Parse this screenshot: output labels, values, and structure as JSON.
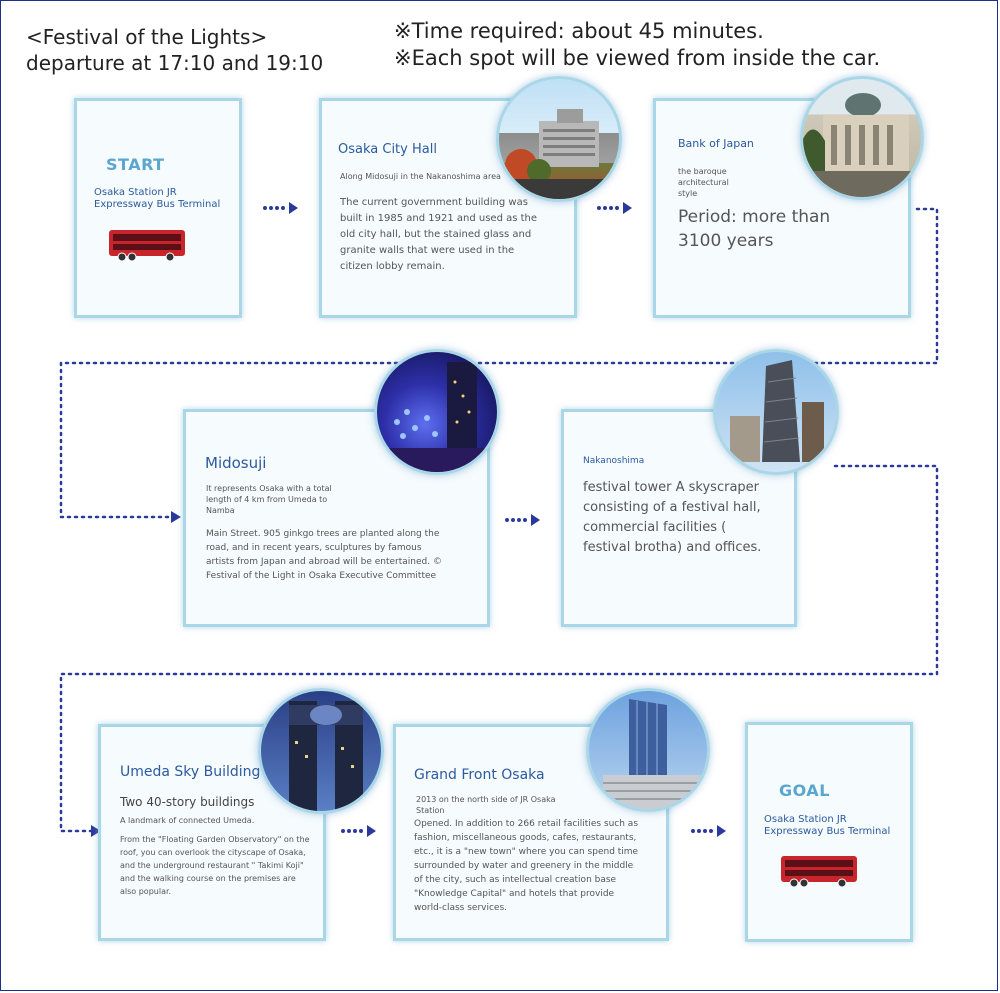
{
  "header": {
    "event": "<Festival of the Lights>",
    "departure": "departure at 17:10 and 19:10",
    "time_required": "※Time required: about 45 minutes.",
    "viewing_note": "※Each spot will be viewed from inside the car."
  },
  "start": {
    "label": "START",
    "location_line1": "Osaka Station JR",
    "location_line2": "Expressway Bus Terminal"
  },
  "city_hall": {
    "title": "Osaka City Hall",
    "subtitle": "Along Midosuji in the Nakanoshima area",
    "body": "The current government building was built in 1985 and 1921 and used as the old city hall, but the stained glass and granite walls that were used in the citizen lobby remain."
  },
  "bank": {
    "title": "Bank of Japan",
    "style_note": "the baroque architectural style",
    "period": "Period: more than 3100 years"
  },
  "midosuji": {
    "title": "Midosuji",
    "subtitle": "It represents Osaka with a total length of 4 km from Umeda to Namba",
    "body": "Main Street. 905 ginkgo trees are planted along the road, and in recent years, sculptures by famous artists from Japan and abroad will be entertained. © Festival of the Light in Osaka Executive Committee"
  },
  "nakanoshima": {
    "label": "Nakanoshima",
    "body": "festival tower A skyscraper consisting of a festival hall, commercial facilities ( festival brotha) and offices."
  },
  "umeda": {
    "title": "Umeda Sky Building",
    "subtitle": "Two 40-story buildings",
    "tagline": "A landmark of connected Umeda.",
    "body": "From the \"Floating Garden Observatory\" on the roof, you can overlook the cityscape of Osaka, and the underground restaurant \" Takimi Koji\" and the walking course on the premises are also popular."
  },
  "grand_front": {
    "title": "Grand Front Osaka",
    "subtitle": "2013 on the north side of JR Osaka Station",
    "body": "Opened. In addition to 266 retail facilities such as fashion, miscellaneous goods, cafes, restaurants, etc., it is a \"new town\" where you can spend time surrounded by water and greenery in the middle of the city, such as intellectual creation base \"Knowledge Capital\" and hotels that provide world-class services."
  },
  "goal": {
    "label": "GOAL",
    "location_line1": "Osaka Station JR",
    "location_line2": "Expressway Bus Terminal"
  },
  "icons": [
    "bus-icon",
    "arrow-icon"
  ],
  "colors": {
    "card_border": "#a9d7e8",
    "title_blue": "#2b5aa0",
    "arrow": "#2b3a9a",
    "bus_red": "#c8242b",
    "start_text": "#5aa6cf"
  }
}
